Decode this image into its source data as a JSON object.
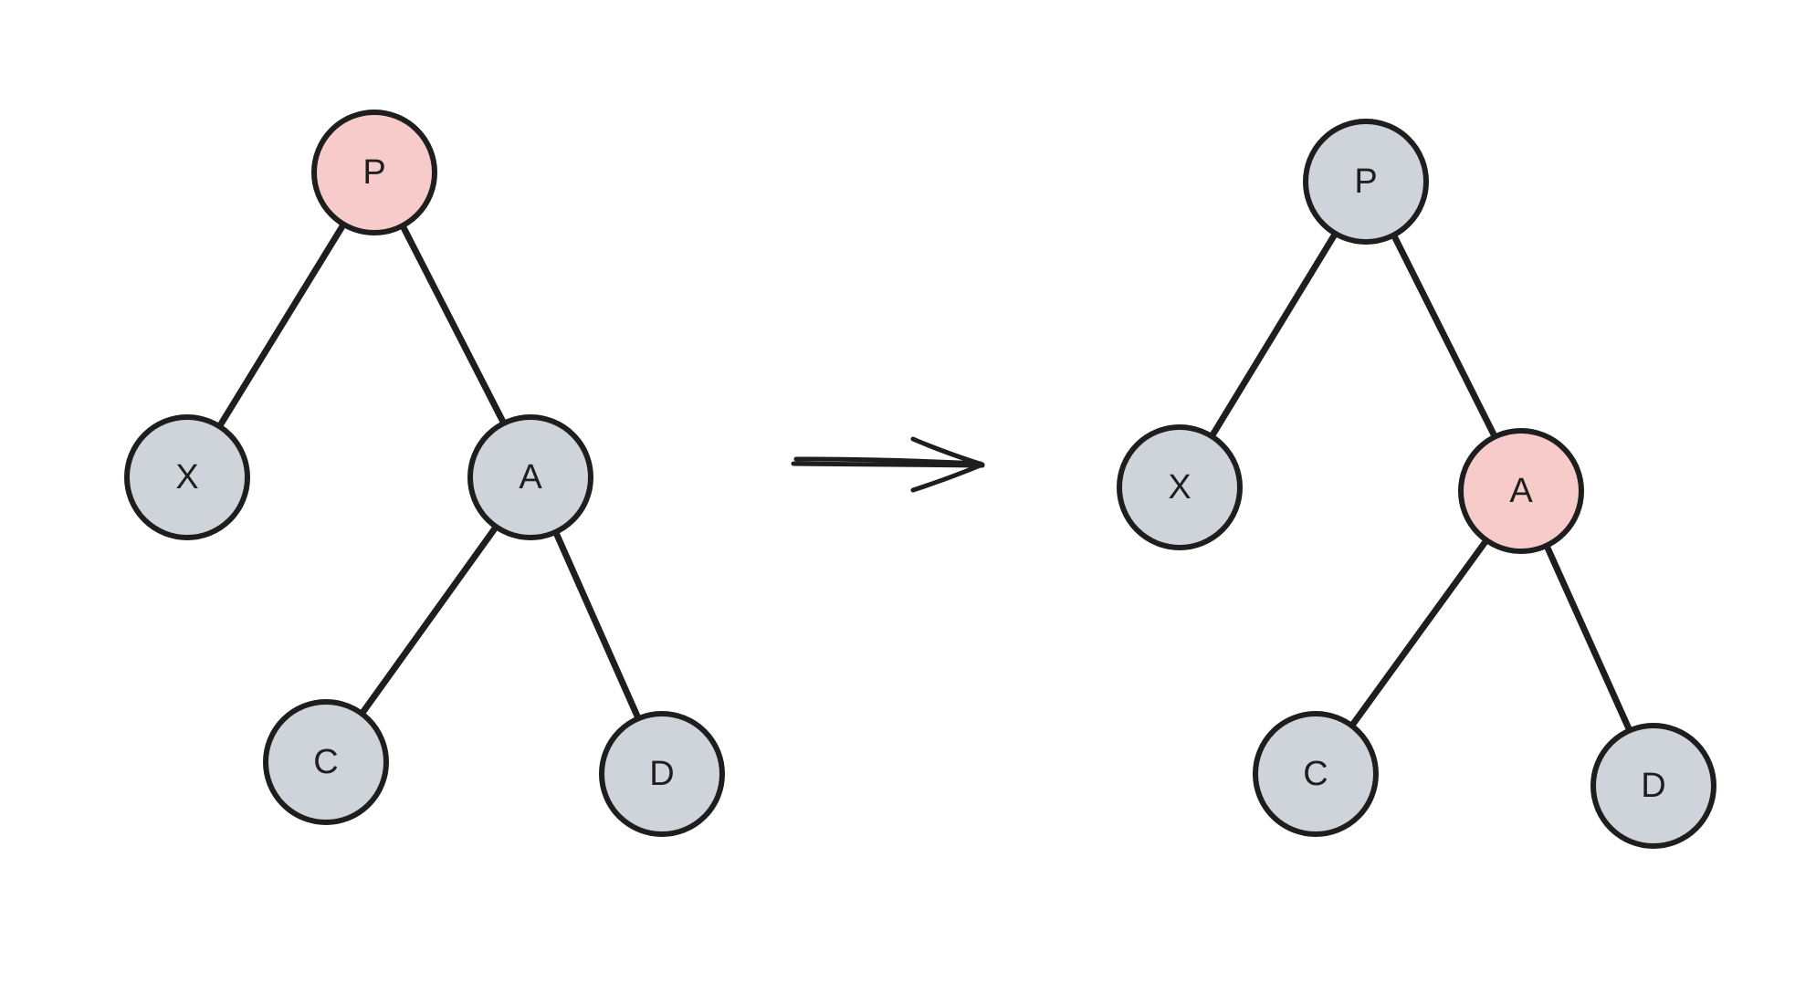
{
  "colors": {
    "highlight": "#f8cbcb",
    "normal": "#ced4da",
    "stroke": "#1e1e1e"
  },
  "before": {
    "nodes": [
      {
        "id": "P",
        "label": "P",
        "highlight": true
      },
      {
        "id": "X",
        "label": "X",
        "highlight": false
      },
      {
        "id": "A",
        "label": "A",
        "highlight": false
      },
      {
        "id": "C",
        "label": "C",
        "highlight": false
      },
      {
        "id": "D",
        "label": "D",
        "highlight": false
      }
    ],
    "edges": [
      [
        "P",
        "X"
      ],
      [
        "P",
        "A"
      ],
      [
        "A",
        "C"
      ],
      [
        "A",
        "D"
      ]
    ]
  },
  "after": {
    "nodes": [
      {
        "id": "P",
        "label": "P",
        "highlight": false
      },
      {
        "id": "X",
        "label": "X",
        "highlight": false
      },
      {
        "id": "A",
        "label": "A",
        "highlight": true
      },
      {
        "id": "C",
        "label": "C",
        "highlight": false
      },
      {
        "id": "D",
        "label": "D",
        "highlight": false
      }
    ],
    "edges": [
      [
        "P",
        "X"
      ],
      [
        "P",
        "A"
      ],
      [
        "A",
        "C"
      ],
      [
        "A",
        "D"
      ]
    ]
  }
}
